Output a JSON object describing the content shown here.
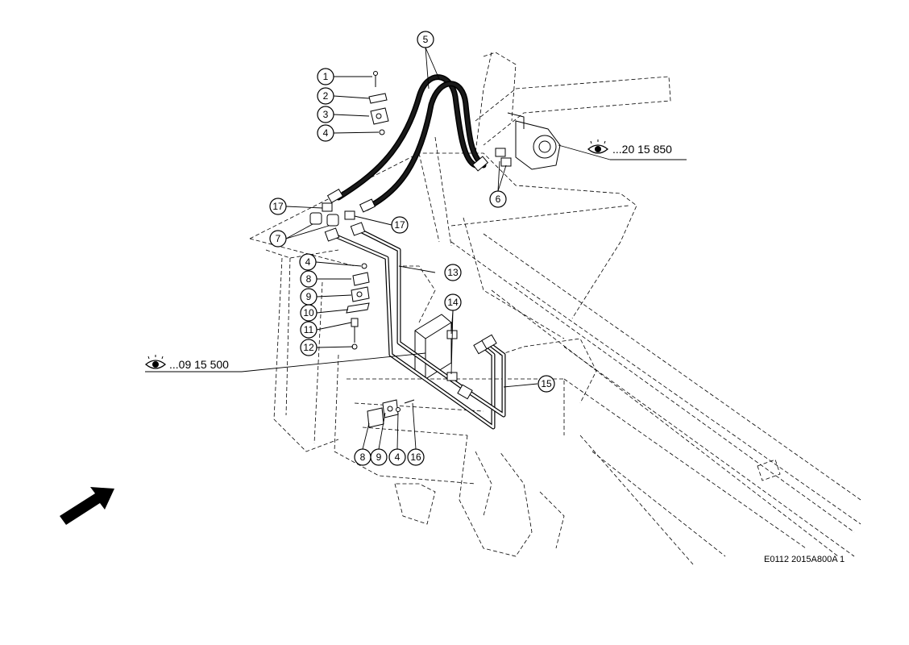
{
  "callouts": {
    "c1": "1",
    "c2": "2",
    "c3": "3",
    "c4a": "4",
    "c5": "5",
    "c6": "6",
    "c17a": "17",
    "c7": "7",
    "c17b": "17",
    "c4b": "4",
    "c13": "13",
    "c8a": "8",
    "c9a": "9",
    "c10": "10",
    "c11": "11",
    "c12": "12",
    "c14": "14",
    "c15": "15",
    "c8b": "8",
    "c9b": "9",
    "c4c": "4",
    "c16": "16"
  },
  "references": {
    "ref_top": "...20 15 850",
    "ref_left": "...09 15 500"
  },
  "drawing_code": "E0112 2015A800A 1",
  "icons": {
    "view_ref": "eye-icon",
    "direction": "arrow-icon"
  }
}
